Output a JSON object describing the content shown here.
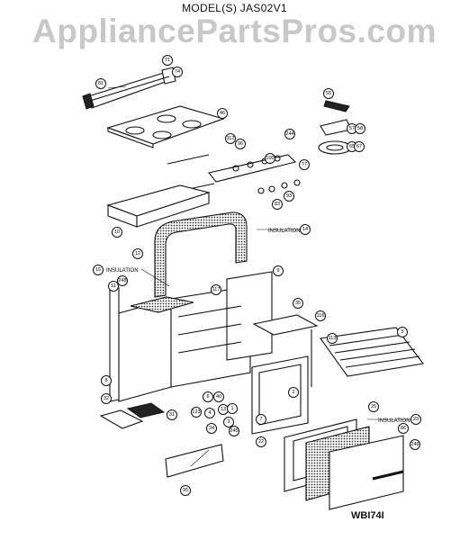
{
  "title": "MODEL(S) JAS02V1",
  "watermark": "AppliancePartsPros.com",
  "drawing_id": "WBI74I",
  "labels": {
    "insulation_top": "INSULATION",
    "insulation_left": "INSULATION",
    "insulation_door": "INSULATION"
  },
  "callouts": [
    "71",
    "74",
    "81",
    "46",
    "55",
    "57",
    "58",
    "112",
    "96",
    "244",
    "100",
    "77",
    "65",
    "67",
    "93",
    "83",
    "10",
    "12",
    "14",
    "15",
    "248",
    "11",
    "9",
    "117",
    "35",
    "116",
    "113",
    "5",
    "8",
    "32",
    "31",
    "6",
    "40",
    "13",
    "123",
    "4",
    "3",
    "245",
    "1",
    "7",
    "2",
    "22",
    "25",
    "23",
    "86",
    "246",
    "24",
    "95"
  ]
}
